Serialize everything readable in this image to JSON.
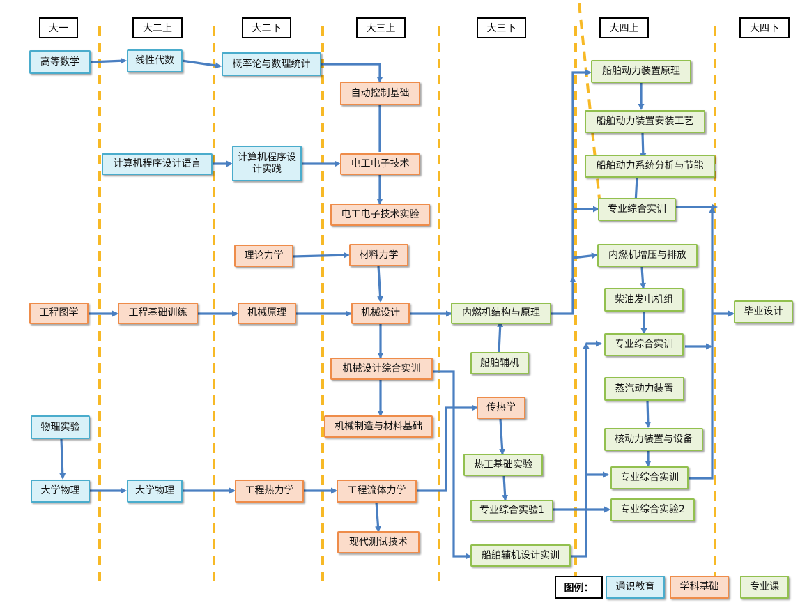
{
  "colors": {
    "general": "#4aaccc",
    "discipline": "#ee8c4a",
    "major": "#92c04f",
    "arrow": "#4a7fc1",
    "divider": "#f7b926"
  },
  "semesters": [
    "大一",
    "大二上",
    "大二下",
    "大三上",
    "大三下",
    "大四上",
    "大四下"
  ],
  "courses": {
    "gaodeng": {
      "label": "高等数学",
      "category": "general"
    },
    "xianxing": {
      "label": "线性代数",
      "category": "general"
    },
    "gailv": {
      "label": "概率论与数理统计",
      "category": "general"
    },
    "zidong": {
      "label": "自动控制基础",
      "category": "discipline"
    },
    "jsj_yuyan": {
      "label": "计算机程序设计语言",
      "category": "general"
    },
    "jsj_shijian": {
      "label": "计算机程序设计实践",
      "category": "general"
    },
    "diangong": {
      "label": "电工电子技术",
      "category": "discipline"
    },
    "diangong_sy": {
      "label": "电工电子技术实验",
      "category": "discipline"
    },
    "lilun": {
      "label": "理论力学",
      "category": "discipline"
    },
    "cailiao": {
      "label": "材料力学",
      "category": "discipline"
    },
    "gongcheng_tu": {
      "label": "工程图学",
      "category": "discipline"
    },
    "gongcheng_xl": {
      "label": "工程基础训练",
      "category": "discipline"
    },
    "jixie_yl": {
      "label": "机械原理",
      "category": "discipline"
    },
    "jixie_sj": {
      "label": "机械设计",
      "category": "discipline"
    },
    "neiran_jg": {
      "label": "内燃机结构与原理",
      "category": "major"
    },
    "fuji": {
      "label": "船舶辅机",
      "category": "major"
    },
    "jixie_zh": {
      "label": "机械设计综合实训",
      "category": "discipline"
    },
    "jixie_zz": {
      "label": "机械制造与材料基础",
      "category": "discipline"
    },
    "chuanre": {
      "label": "传热学",
      "category": "discipline"
    },
    "wuli_sy": {
      "label": "物理实验",
      "category": "general"
    },
    "rere_sy": {
      "label": "热工基础实验",
      "category": "major"
    },
    "daxue_wl1": {
      "label": "大学物理",
      "category": "general"
    },
    "daxue_wl2": {
      "label": "大学物理",
      "category": "general"
    },
    "gc_relixue": {
      "label": "工程热力学",
      "category": "discipline"
    },
    "gc_liuti": {
      "label": "工程流体力学",
      "category": "discipline"
    },
    "zh_sy1": {
      "label": "专业综合实验1",
      "category": "major"
    },
    "xiandai": {
      "label": "现代测试技术",
      "category": "discipline"
    },
    "fuji_sx": {
      "label": "船舶辅机设计实训",
      "category": "major"
    },
    "dl_yl": {
      "label": "船舶动力装置原理",
      "category": "major"
    },
    "dl_az": {
      "label": "船舶动力装置安装工艺",
      "category": "major"
    },
    "dl_fx": {
      "label": "船舶动力系统分析与节能",
      "category": "major"
    },
    "zh_sx1": {
      "label": "专业综合实训",
      "category": "major"
    },
    "neiran_zy": {
      "label": "内燃机增压与排放",
      "category": "major"
    },
    "chaiyou": {
      "label": "柴油发电机组",
      "category": "major"
    },
    "zh_sx2": {
      "label": "专业综合实训",
      "category": "major"
    },
    "zhengqi": {
      "label": "蒸汽动力装置",
      "category": "major"
    },
    "hedong": {
      "label": "核动力装置与设备",
      "category": "major"
    },
    "zh_sx3": {
      "label": "专业综合实训",
      "category": "major"
    },
    "zh_sy2": {
      "label": "专业综合实验2",
      "category": "major"
    },
    "biye": {
      "label": "毕业设计",
      "category": "major"
    }
  },
  "legend": {
    "title": "图例：",
    "general": "通识教育",
    "discipline": "学科基础",
    "major": "专业课"
  }
}
